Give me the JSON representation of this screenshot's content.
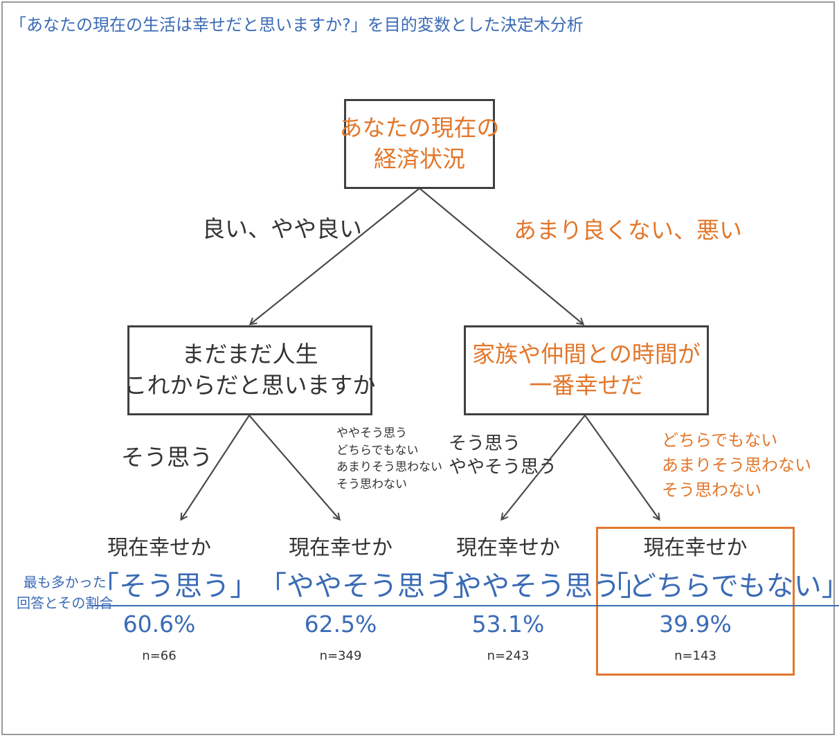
{
  "title": "「あなたの現在の生活は幸せだと思いますか?」を目的変数とした決定木分析",
  "root": {
    "line1": "あなたの現在の",
    "line2": "経済状況"
  },
  "edges": {
    "root_left": "良い、やや良い",
    "root_right": "あまり良くない、悪い",
    "left_left": "そう思う",
    "left_right": [
      "ややそう思う",
      "どちらでもない",
      "あまりそう思わない",
      "そう思わない"
    ],
    "right_left": [
      "そう思う",
      "ややそう思う"
    ],
    "right_right": [
      "どちらでもない",
      "あまりそう思わない",
      "そう思わない"
    ]
  },
  "nodes": {
    "left": {
      "line1": "まだまだ人生",
      "line2": "これからだと思いますか"
    },
    "right": {
      "line1": "家族や仲間との時間が",
      "line2": "一番幸せだ"
    }
  },
  "side_label": {
    "line1": "最も多かった",
    "line2": "回答とその割合"
  },
  "leaves": [
    {
      "question": "現在幸せか",
      "answer": "「そう思う」",
      "percent": "60.6%",
      "n": "n=66"
    },
    {
      "question": "現在幸せか",
      "answer": "「ややそう思う」",
      "percent": "62.5%",
      "n": "n=349"
    },
    {
      "question": "現在幸せか",
      "answer": "「ややそう思う」",
      "percent": "53.1%",
      "n": "n=243"
    },
    {
      "question": "現在幸せか",
      "answer": "「どちらでもない」",
      "percent": "39.9%",
      "n": "n=143"
    }
  ],
  "colors": {
    "accent_orange": "#e2772b",
    "accent_blue": "#3a6bb5",
    "text_dark": "#333333"
  }
}
